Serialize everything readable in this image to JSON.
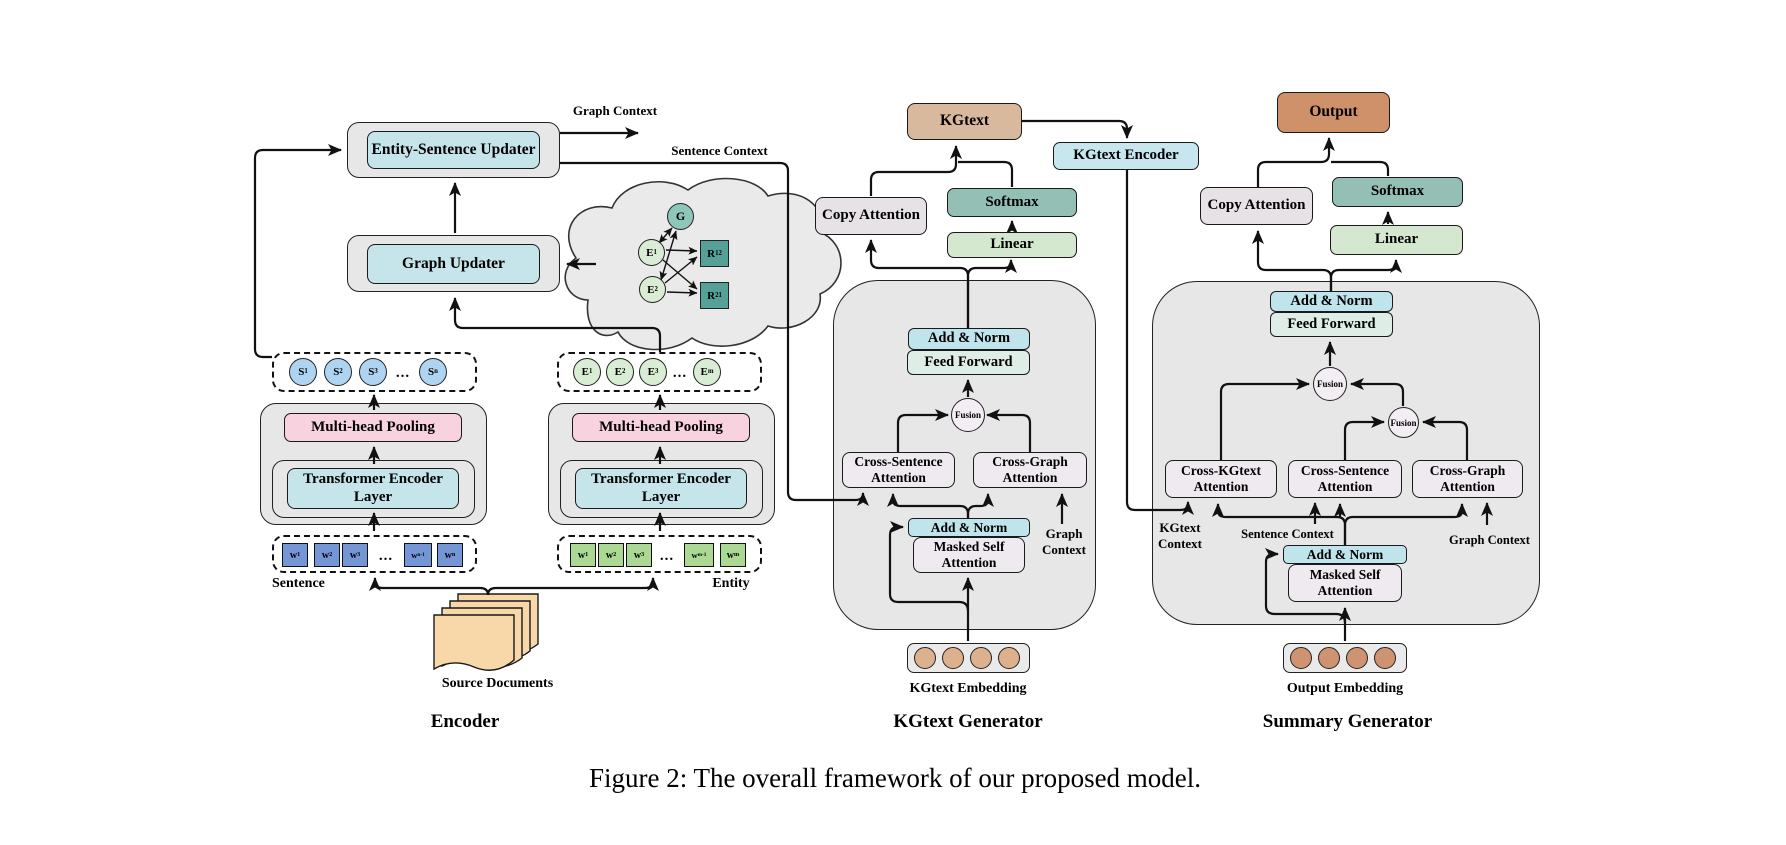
{
  "figure": {
    "caption": "Figure 2: The overall framework of our proposed model.",
    "encoder_title": "Encoder",
    "kgtext_title": "KGtext Generator",
    "summary_title": "Summary Generator"
  },
  "encoder": {
    "updater1": "Entity-Sentence Updater",
    "updater2": "Graph Updater",
    "graph_context": "Graph Context",
    "sentence_context": "Sentence Context",
    "pooling": "Multi-head Pooling",
    "transformer": "Transformer Encoder Layer",
    "sentence_label": "Sentence",
    "entity_label": "Entity",
    "source_documents": "Source Documents",
    "dots": "...",
    "s_nodes": [
      {
        "b": "S",
        "s": "1"
      },
      {
        "b": "S",
        "s": "2"
      },
      {
        "b": "S",
        "s": "3"
      },
      {
        "b": "S",
        "s": "n"
      }
    ],
    "e_nodes": [
      {
        "b": "E",
        "s": "1"
      },
      {
        "b": "E",
        "s": "2"
      },
      {
        "b": "E",
        "s": "3"
      },
      {
        "b": "E",
        "s": "m"
      }
    ],
    "s_words": [
      {
        "b": "w",
        "s": "1"
      },
      {
        "b": "w",
        "s": "2"
      },
      {
        "b": "w",
        "s": "3"
      },
      {
        "b": "w",
        "s": "n-1"
      },
      {
        "b": "w",
        "s": "n"
      }
    ],
    "e_words": [
      {
        "b": "w",
        "s": "1"
      },
      {
        "b": "w",
        "s": "2"
      },
      {
        "b": "w",
        "s": "3"
      },
      {
        "b": "w",
        "s": "m-1"
      },
      {
        "b": "w",
        "s": "m"
      }
    ],
    "cloud": {
      "g": "G",
      "e1": {
        "b": "E",
        "s": "1"
      },
      "e2": {
        "b": "E",
        "s": "2"
      },
      "r12": {
        "b": "R",
        "s": "12"
      },
      "r21": {
        "b": "R",
        "s": "21"
      }
    }
  },
  "kg": {
    "result": "KGtext",
    "copy": "Copy Attention",
    "softmax": "Softmax",
    "linear": "Linear",
    "add_norm_top": "Add & Norm",
    "feed_forward": "Feed Forward",
    "fusion": "Fusion",
    "cross_sentence": "Cross-Sentence Attention",
    "cross_graph": "Cross-Graph Attention",
    "add_norm_bottom": "Add & Norm",
    "masked": "Masked Self Attention",
    "graph_context": "Graph Context",
    "embedding": "KGtext Embedding"
  },
  "kg_encoder": "KGtext Encoder",
  "sg": {
    "result": "Output",
    "copy": "Copy Attention",
    "softmax": "Softmax",
    "linear": "Linear",
    "add_norm_top": "Add & Norm",
    "feed_forward": "Feed Forward",
    "fusion1": "Fusion",
    "fusion2": "Fusion",
    "cross_kgtext": "Cross-KGtext Attention",
    "cross_sentence": "Cross-Sentence Attention",
    "cross_graph": "Cross-Graph Attention",
    "add_norm_bottom": "Add & Norm",
    "masked": "Masked Self Attention",
    "kgtext_context": "KGtext Context",
    "sentence_context": "Sentence Context",
    "graph_context": "Graph Context",
    "embedding": "Output Embedding"
  },
  "colors": {
    "container_gray": "#E7E7E7",
    "cyan_box": "#C6E5EA",
    "pink_box": "#F8D2DE",
    "add_norm": "#BFE4EC",
    "feed_forward": "#DEEDE5",
    "attention_box": "#EFEAEF",
    "copy_attention": "#E6E2E6",
    "softmax": "#93BFB4",
    "linear": "#D4E7CF",
    "kgtext_box": "#D8B99E",
    "output_box": "#CE9169",
    "kg_encoder_box": "#C8E6EE",
    "word_blue": "#7495D6",
    "word_green": "#ABD893",
    "s_node": "#AFD4F2",
    "e_node": "#D9ECD4",
    "g_node": "#8EC6B9",
    "r_node": "#55A198",
    "kg_embed_dot": "#DDB18E",
    "out_embed_dot": "#CE9371",
    "doc_page": "#F8D7A9"
  }
}
